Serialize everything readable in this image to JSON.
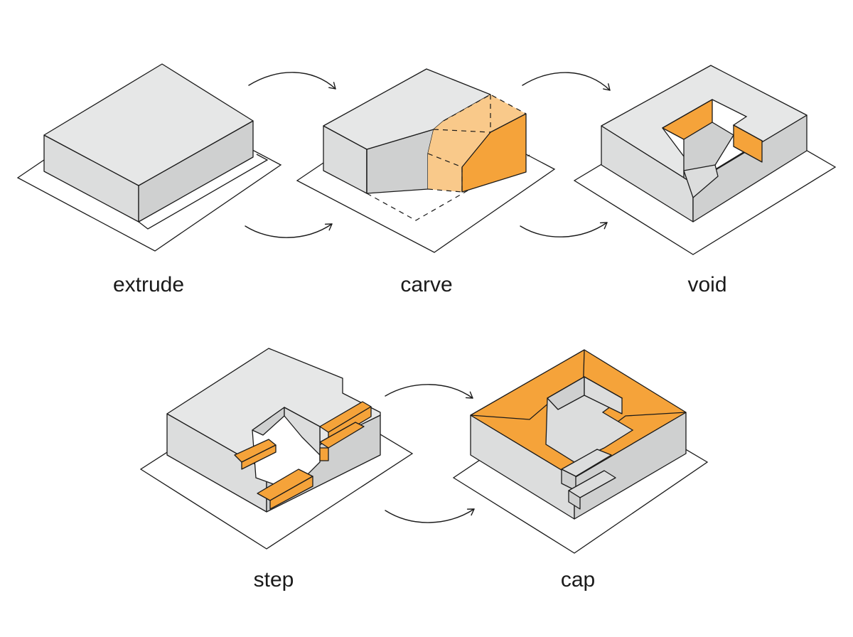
{
  "colors": {
    "accent": "#f5a33a",
    "accent_light": "#f9c98a",
    "massing": "#dcdddd",
    "outline": "#1a1a1a",
    "background": "#ffffff"
  },
  "steps": [
    {
      "label": "extrude"
    },
    {
      "label": "carve"
    },
    {
      "label": "void"
    },
    {
      "label": "step"
    },
    {
      "label": "cap"
    }
  ]
}
